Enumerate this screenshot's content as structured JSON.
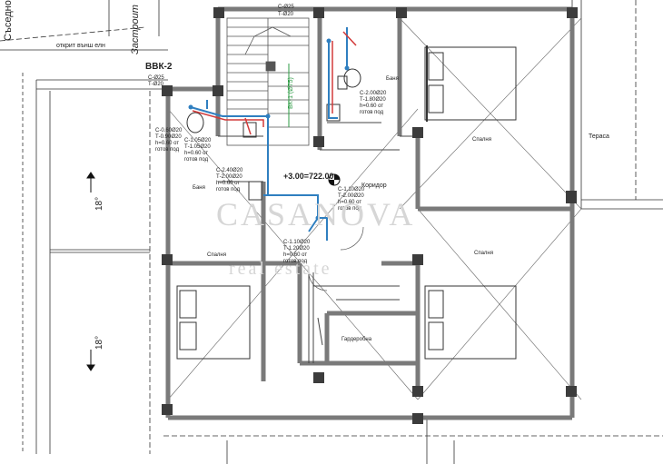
{
  "labels": {
    "neighbor": "Съседно",
    "built": "Застроит",
    "open_balcony": "открит външ елн",
    "vvk": "ВВК-2",
    "vvk_c": "С-Ø25",
    "vvk_t": "Т-Ø20",
    "top_c": "С-Ø25",
    "top_t": "Т-Ø20",
    "riser": "ВК-1 (Ø75)",
    "bath_top": "Баня",
    "bath_left": "Баня",
    "bedroom_top": "Спалня",
    "bedroom_left": "Спалня",
    "bedroom_right": "Спалня",
    "corridor": "Коридор",
    "terrace": "Тераса",
    "wardrobe": "Гардеробна",
    "elevation": "+3.00=722.00",
    "roof_top": "18°",
    "roof_bottom": "18°"
  },
  "fixtures": [
    {
      "c": "С-2.00Ø20",
      "t": "Т-1.80Ø20",
      "h": "h=0.60 от",
      "f": "готов под"
    },
    {
      "c": "С-0.60Ø20",
      "t": "Т-0.90Ø20",
      "h": "h=0.60 от",
      "f": "готов под"
    },
    {
      "c": "С-1.05Ø20",
      "t": "Т-1.05Ø20",
      "h": "h=0.60 от",
      "f": "готов под"
    },
    {
      "c": "С-2.40Ø20",
      "t": "Т-2.00Ø20",
      "h": "h=0.60 от",
      "f": "готов под"
    },
    {
      "c": "С-1.10Ø20",
      "t": "Т-2.00Ø20",
      "h": "h=0.60 от",
      "f": "готов под"
    },
    {
      "c": "С-1.10Ø20",
      "t": "Т-1.20Ø20",
      "h": "h=0.60 от",
      "f": "готов под"
    }
  ],
  "watermark": {
    "line1": "CASANOVA",
    "line2": "real estate"
  },
  "colors": {
    "wall": "#7a7a7a",
    "column": "#3c3c3c",
    "pipe_cold": "#2f7fc0",
    "pipe_hot": "#d23a3a",
    "riser": "#2e9b45",
    "watermark": "#d6d6d6"
  }
}
